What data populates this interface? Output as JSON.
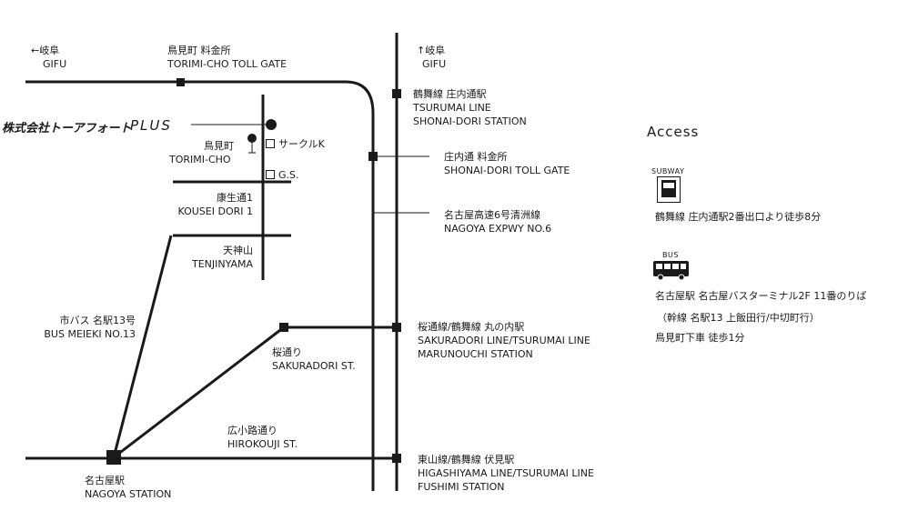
{
  "map": {
    "gifu_west": {
      "jp": "←岐阜",
      "en": "GIFU"
    },
    "gifu_north": {
      "jp": "↑岐阜",
      "en": "GIFU"
    },
    "torimi_toll": {
      "jp": "鳥見町 料金所",
      "en": "TORIMI-CHO TOLL GATE"
    },
    "shonai_station": {
      "jp": "鶴舞線 庄内通駅",
      "en1": "TSURUMAI LINE",
      "en2": "SHONAI-DORI STATION"
    },
    "company": {
      "name": "株式会社トーアフォート",
      "plus": "PLUS"
    },
    "torimi_cho": {
      "jp": "鳥見町",
      "en": "TORIMI-CHO"
    },
    "circle_k": "サークルK",
    "gs": "G.S.",
    "shonai_toll": {
      "jp": "庄内通 料金所",
      "en": "SHONAI-DORI TOLL GATE"
    },
    "kousei": {
      "jp": "康生通1",
      "en": "KOUSEI DORI 1"
    },
    "expwy": {
      "jp": "名古屋高速6号清洲線",
      "en": "NAGOYA EXPWY NO.6"
    },
    "tenjinyama": {
      "jp": "天神山",
      "en": "TENJINYAMA"
    },
    "bus_meieki": {
      "jp": "市バス 名駅13号",
      "en": "BUS MEIEKI NO.13"
    },
    "marunouchi": {
      "jp": "桜通線/鶴舞線 丸の内駅",
      "en1": "SAKURADORI LINE/TSURUMAI LINE",
      "en2": "MARUNOUCHI STATION"
    },
    "sakuradori": {
      "jp": "桜通り",
      "en": "SAKURADORI ST."
    },
    "hirokouji": {
      "jp": "広小路通り",
      "en": "HIROKOUJI ST."
    },
    "fushimi": {
      "jp": "東山線/鶴舞線 伏見駅",
      "en1": "HIGASHIYAMA LINE/TSURUMAI LINE",
      "en2": "FUSHIMI STATION"
    },
    "nagoya_station": {
      "jp": "名古屋駅",
      "en": "NAGOYA STATION"
    }
  },
  "access": {
    "title": "Access",
    "subway_caption": "SUBWAY",
    "subway_text": "鶴舞線 庄内通駅2番出口より徒歩8分",
    "bus_caption": "BUS",
    "bus_line1": "名古屋駅 名古屋バスターミナル2F 11番のりば",
    "bus_line2": "（幹線 名駅13 上飯田行/中切町行）",
    "bus_line3": "鳥見町下車 徒歩1分"
  }
}
